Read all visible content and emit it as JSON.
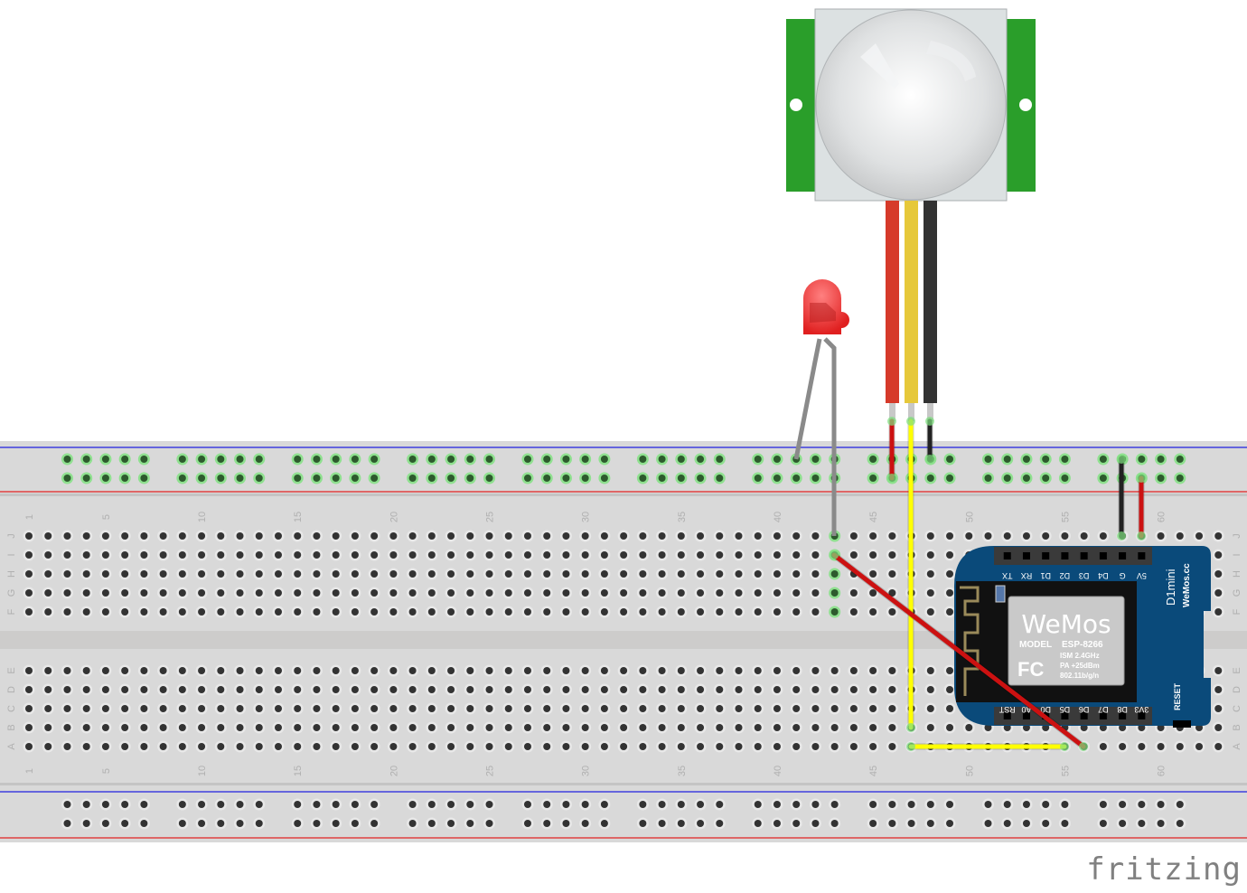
{
  "app": {
    "name": "fritzing",
    "logo_text": "fritzing"
  },
  "breadboard": {
    "columns": 63,
    "row_letters_top": [
      "J",
      "I",
      "H",
      "G",
      "F"
    ],
    "row_letters_bottom": [
      "E",
      "D",
      "C",
      "B",
      "A"
    ],
    "column_labels": [
      "1",
      "5",
      "10",
      "15",
      "20",
      "25",
      "30",
      "35",
      "40",
      "45",
      "50",
      "55",
      "60"
    ],
    "rail_groups": 10,
    "colors": {
      "board": "#d9d9d9",
      "channel": "#cccbca",
      "rail_blue": "#2020e0",
      "rail_red": "#e04040",
      "hole": "#333333",
      "hole_connected": "#2d5a2d",
      "hole_glow": "#8fe08f"
    }
  },
  "pir_sensor": {
    "name": "PIR motion sensor HC-SR501",
    "wire_colors": [
      "#d63a2a",
      "#e6c83a",
      "#333333"
    ],
    "pcb_color": "#2a9e2a",
    "lens_color": "#dcdfe0"
  },
  "led": {
    "name": "Red LED 5mm",
    "color": "#e8282a"
  },
  "wemos": {
    "name": "WeMos D1 mini",
    "title": "D1mini",
    "site": "WeMos.cc",
    "brand": "WeMos",
    "model_label": "MODEL",
    "model": "ESP-8266",
    "specs": [
      "ISM 2.4GHz",
      "PA +25dBm",
      "802.11b/g/n"
    ],
    "fcc": "FC",
    "reset_label": "RESET",
    "top_pins": [
      "TX",
      "RX",
      "D1",
      "D2",
      "D3",
      "D4",
      "G",
      "5V"
    ],
    "bottom_pins": [
      "RST",
      "A0",
      "D0",
      "D5",
      "D6",
      "D7",
      "D8",
      "3V3"
    ],
    "board_color": "#0a4a7a"
  },
  "wires": [
    {
      "name": "pir-vcc-wire",
      "color": "#cc1111"
    },
    {
      "name": "pir-out-wire",
      "color": "#ffff00"
    },
    {
      "name": "pir-gnd-wire",
      "color": "#222222"
    },
    {
      "name": "yellow-link-wire",
      "color": "#ffff00"
    },
    {
      "name": "led-signal-wire",
      "color": "#cc1111"
    },
    {
      "name": "wemos-gnd-wire",
      "color": "#222222"
    },
    {
      "name": "wemos-5v-wire",
      "color": "#cc1111"
    }
  ]
}
